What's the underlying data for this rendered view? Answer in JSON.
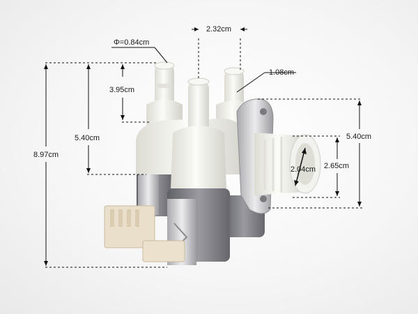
{
  "labels": {
    "diameter": "Φ=0.84cm",
    "spacing": "2.32cm",
    "nozzle_offset": "1.08cm",
    "nozzle_height": "3.95cm",
    "upper_height": "5.40cm",
    "total_height": "8.97cm",
    "inlet_height": "5.40cm",
    "inlet_diameter": "2.04cm",
    "inlet_center": "2.65cm"
  },
  "colors": {
    "plastic": "#f1f1ec",
    "plastic_shade": "#d6d6cf",
    "coil": "#7e7e84",
    "metal": "#c9c9cc",
    "connector": "#e9dfcb",
    "line": "#111111"
  }
}
